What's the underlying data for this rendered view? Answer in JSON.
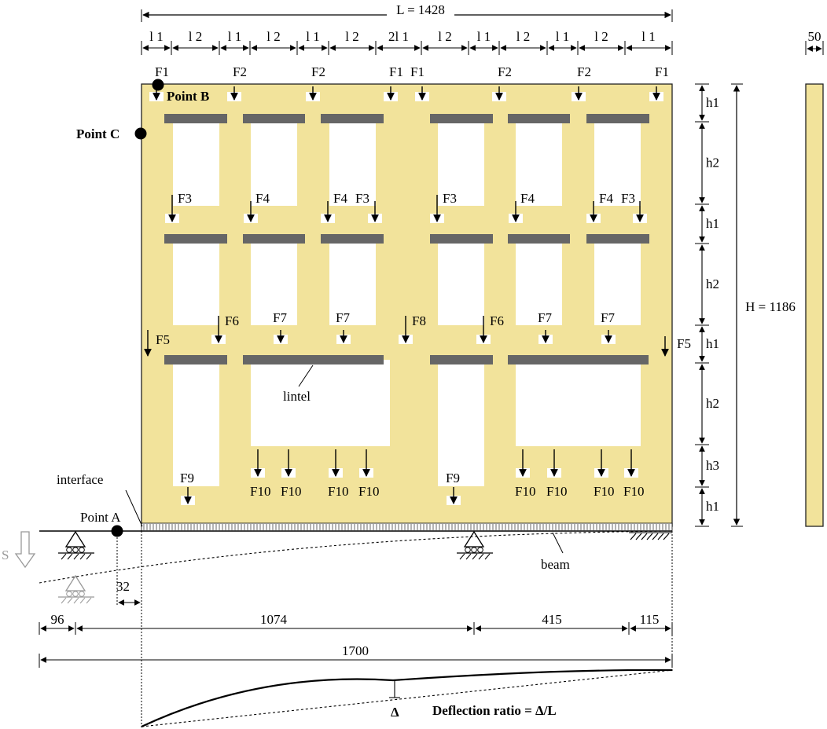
{
  "colors": {
    "wall_fill": "#F2E39B",
    "wall_stroke": "#222222",
    "lintel": "#666666",
    "opening": "#FFFFFF",
    "settled_support": "#999999"
  },
  "overall_length": "L = 1428",
  "overall_height": "H = 1186",
  "thickness": "50",
  "top_segments": [
    "l 1",
    "l 2",
    "l 1",
    "l 2",
    "l 1",
    "l 2",
    "2l 1",
    "l 2",
    "l 1",
    "l 2",
    "l 1",
    "l 2",
    "l 1"
  ],
  "height_segments": [
    "h1",
    "h2",
    "h1",
    "h2",
    "h1",
    "h2",
    "h3",
    "h1"
  ],
  "loads": {
    "F1": "F1",
    "F2": "F2",
    "F3": "F3",
    "F4": "F4",
    "F5": "F5",
    "F6": "F6",
    "F7": "F7",
    "F8": "F8",
    "F9": "F9",
    "F10": "F10"
  },
  "points": {
    "a": "Point A",
    "b": "Point B",
    "c": "Point C"
  },
  "labels": {
    "lintel": "lintel",
    "interface": "interface",
    "beam": "beam",
    "settlement": "S",
    "offset": "32",
    "delta": "Δ",
    "deflection_ratio": "Deflection ratio = Δ/L"
  },
  "bottom_spans": [
    "96",
    "1074",
    "415",
    "115"
  ],
  "total_span": "1700"
}
